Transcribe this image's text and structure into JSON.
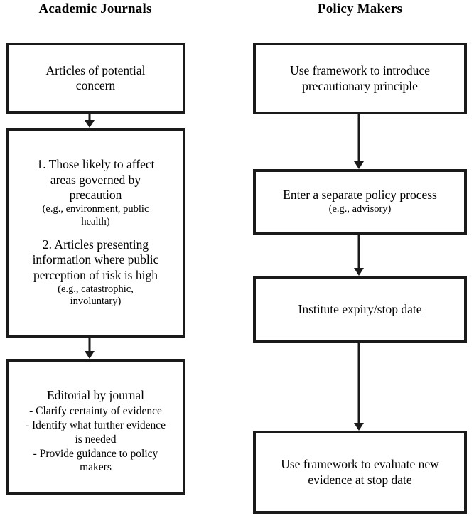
{
  "diagram": {
    "type": "flowchart",
    "columns": [
      {
        "id": "academic-journals",
        "title": "Academic Journals",
        "nodes": [
          {
            "id": "articles-of-potential-concern",
            "blocks": [
              {
                "style": "main",
                "lines": [
                  "Articles of potential",
                  "concern"
                ]
              }
            ]
          },
          {
            "id": "selection-criteria",
            "blocks": [
              {
                "style": "main",
                "lines": [
                  "1. Those likely to affect",
                  "areas governed by",
                  "precaution"
                ]
              },
              {
                "style": "sub",
                "lines": [
                  "(e.g., environment, public",
                  "health)"
                ]
              },
              {
                "style": "main",
                "lines": [
                  "2. Articles presenting",
                  "information where public",
                  "perception of risk is high"
                ]
              },
              {
                "style": "sub",
                "lines": [
                  "(e.g., catastrophic,",
                  "involuntary)"
                ]
              }
            ]
          },
          {
            "id": "editorial-by-journal",
            "blocks": [
              {
                "style": "main",
                "lines": [
                  "Editorial by journal"
                ]
              },
              {
                "style": "bullets",
                "lines": [
                  "- Clarify certainty of evidence",
                  "- Identify what further evidence",
                  "is needed",
                  "- Provide guidance to policy",
                  "makers"
                ]
              }
            ]
          }
        ]
      },
      {
        "id": "policy-makers",
        "title": "Policy Makers",
        "nodes": [
          {
            "id": "introduce-precautionary-principle",
            "blocks": [
              {
                "style": "main",
                "lines": [
                  "Use framework to introduce",
                  "precautionary principle"
                ]
              }
            ]
          },
          {
            "id": "separate-policy-process",
            "blocks": [
              {
                "style": "main",
                "lines": [
                  "Enter a separate policy process"
                ]
              },
              {
                "style": "sub",
                "lines": [
                  "(e.g., advisory)"
                ]
              }
            ]
          },
          {
            "id": "institute-expiry-stop-date",
            "blocks": [
              {
                "style": "main",
                "lines": [
                  "Institute expiry/stop date"
                ]
              }
            ]
          },
          {
            "id": "evaluate-new-evidence",
            "blocks": [
              {
                "style": "main",
                "lines": [
                  "Use framework to evaluate new",
                  "evidence at stop date"
                ]
              }
            ]
          }
        ]
      }
    ],
    "colors": {
      "stroke": "#1a1a1a",
      "fill": "#ffffff",
      "text": "#000000"
    }
  }
}
